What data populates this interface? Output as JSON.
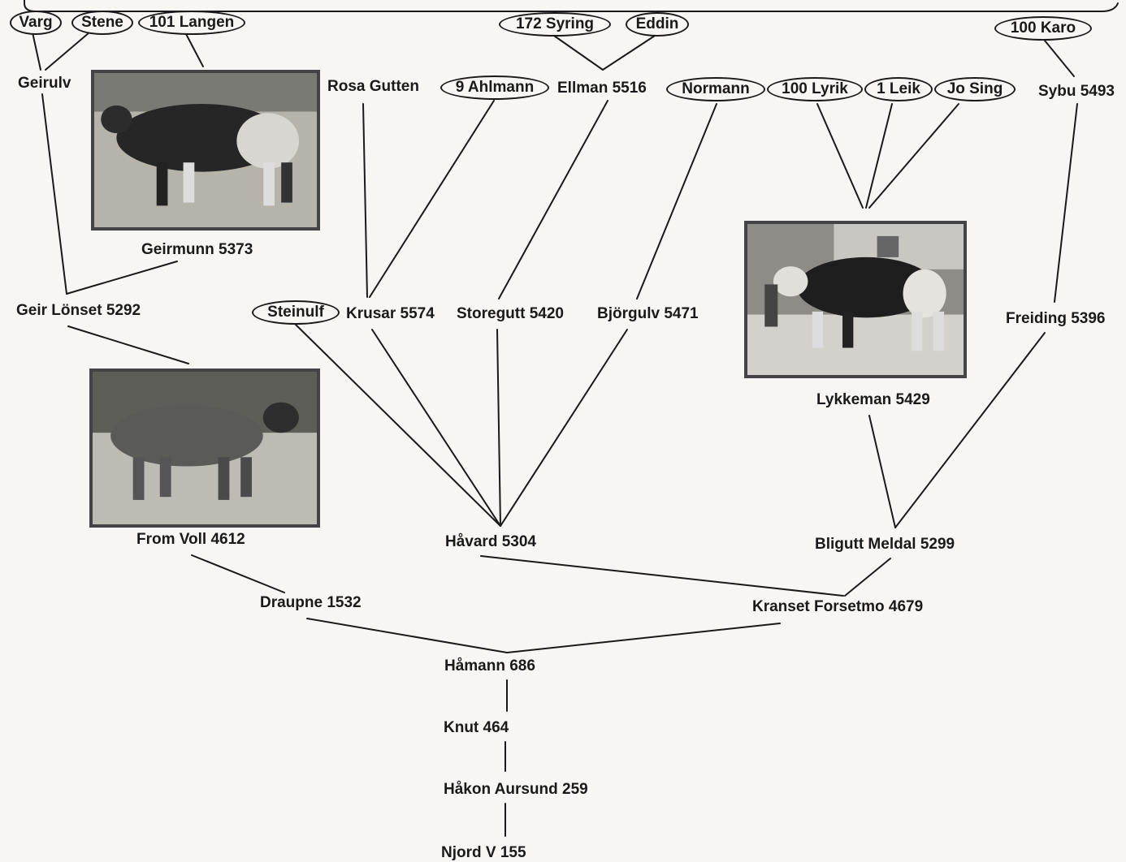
{
  "pedigree": {
    "nodes": {
      "varg": "Varg",
      "stene": "Stene",
      "langen": "101 Langen",
      "geirulv": "Geirulv",
      "syring": "172 Syring",
      "eddin": "Eddin",
      "karo": "100 Karo",
      "rosa_gutten": "Rosa Gutten",
      "ahlmann": "9 Ahlmann",
      "ellman": "Ellman 5516",
      "normann": "Normann",
      "lyrik": "100 Lyrik",
      "leik": "1 Leik",
      "jo_sing": "Jo Sing",
      "sybu": "Sybu 5493",
      "geirmunn": "Geirmunn 5373",
      "geir_lonset": "Geir Lönset 5292",
      "steinulf": "Steinulf",
      "krusar": "Krusar 5574",
      "storegutt": "Storegutt 5420",
      "bjorgulv": "Björgulv 5471",
      "freiding": "Freiding 5396",
      "lykkeman": "Lykkeman 5429",
      "from_voll": "From Voll 4612",
      "havard": "Håvard 5304",
      "bligutt": "Bligutt Meldal 5299",
      "draupne": "Draupne 1532",
      "kranset": "Kranset Forsetmo 4679",
      "hamann": "Håmann 686",
      "knut": "Knut 464",
      "hakon": "Håkon Aursund 259",
      "njord": "Njord V 155"
    },
    "edges": [
      [
        "varg",
        "geirulv"
      ],
      [
        "stene",
        "geirulv"
      ],
      [
        "langen",
        "geirmunn_photo"
      ],
      [
        "geirulv",
        "geir_lonset"
      ],
      [
        "geirmunn",
        "geir_lonset"
      ],
      [
        "syring",
        "ellman"
      ],
      [
        "eddin",
        "ellman"
      ],
      [
        "karo",
        "sybu"
      ],
      [
        "rosa_gutten",
        "krusar"
      ],
      [
        "ahlmann",
        "krusar"
      ],
      [
        "ellman",
        "storegutt"
      ],
      [
        "normann",
        "bjorgulv"
      ],
      [
        "lyrik",
        "lykkeman_photo"
      ],
      [
        "leik",
        "lykkeman_photo"
      ],
      [
        "jo_sing",
        "lykkeman_photo"
      ],
      [
        "sybu",
        "freiding"
      ],
      [
        "geir_lonset",
        "from_voll_photo"
      ],
      [
        "steinulf",
        "havard"
      ],
      [
        "krusar",
        "havard"
      ],
      [
        "storegutt",
        "havard"
      ],
      [
        "bjorgulv",
        "havard"
      ],
      [
        "lykkeman",
        "bligutt"
      ],
      [
        "freiding",
        "bligutt"
      ],
      [
        "from_voll",
        "draupne"
      ],
      [
        "havard",
        "kranset"
      ],
      [
        "bligutt",
        "kranset"
      ],
      [
        "draupne",
        "hamann"
      ],
      [
        "kranset",
        "hamann"
      ],
      [
        "hamann",
        "knut"
      ],
      [
        "knut",
        "hakon"
      ],
      [
        "hakon",
        "njord"
      ]
    ]
  },
  "colors": {
    "ink": "#1a1a1a",
    "paper": "#f7f6f2",
    "photo_frame": "#444444"
  }
}
